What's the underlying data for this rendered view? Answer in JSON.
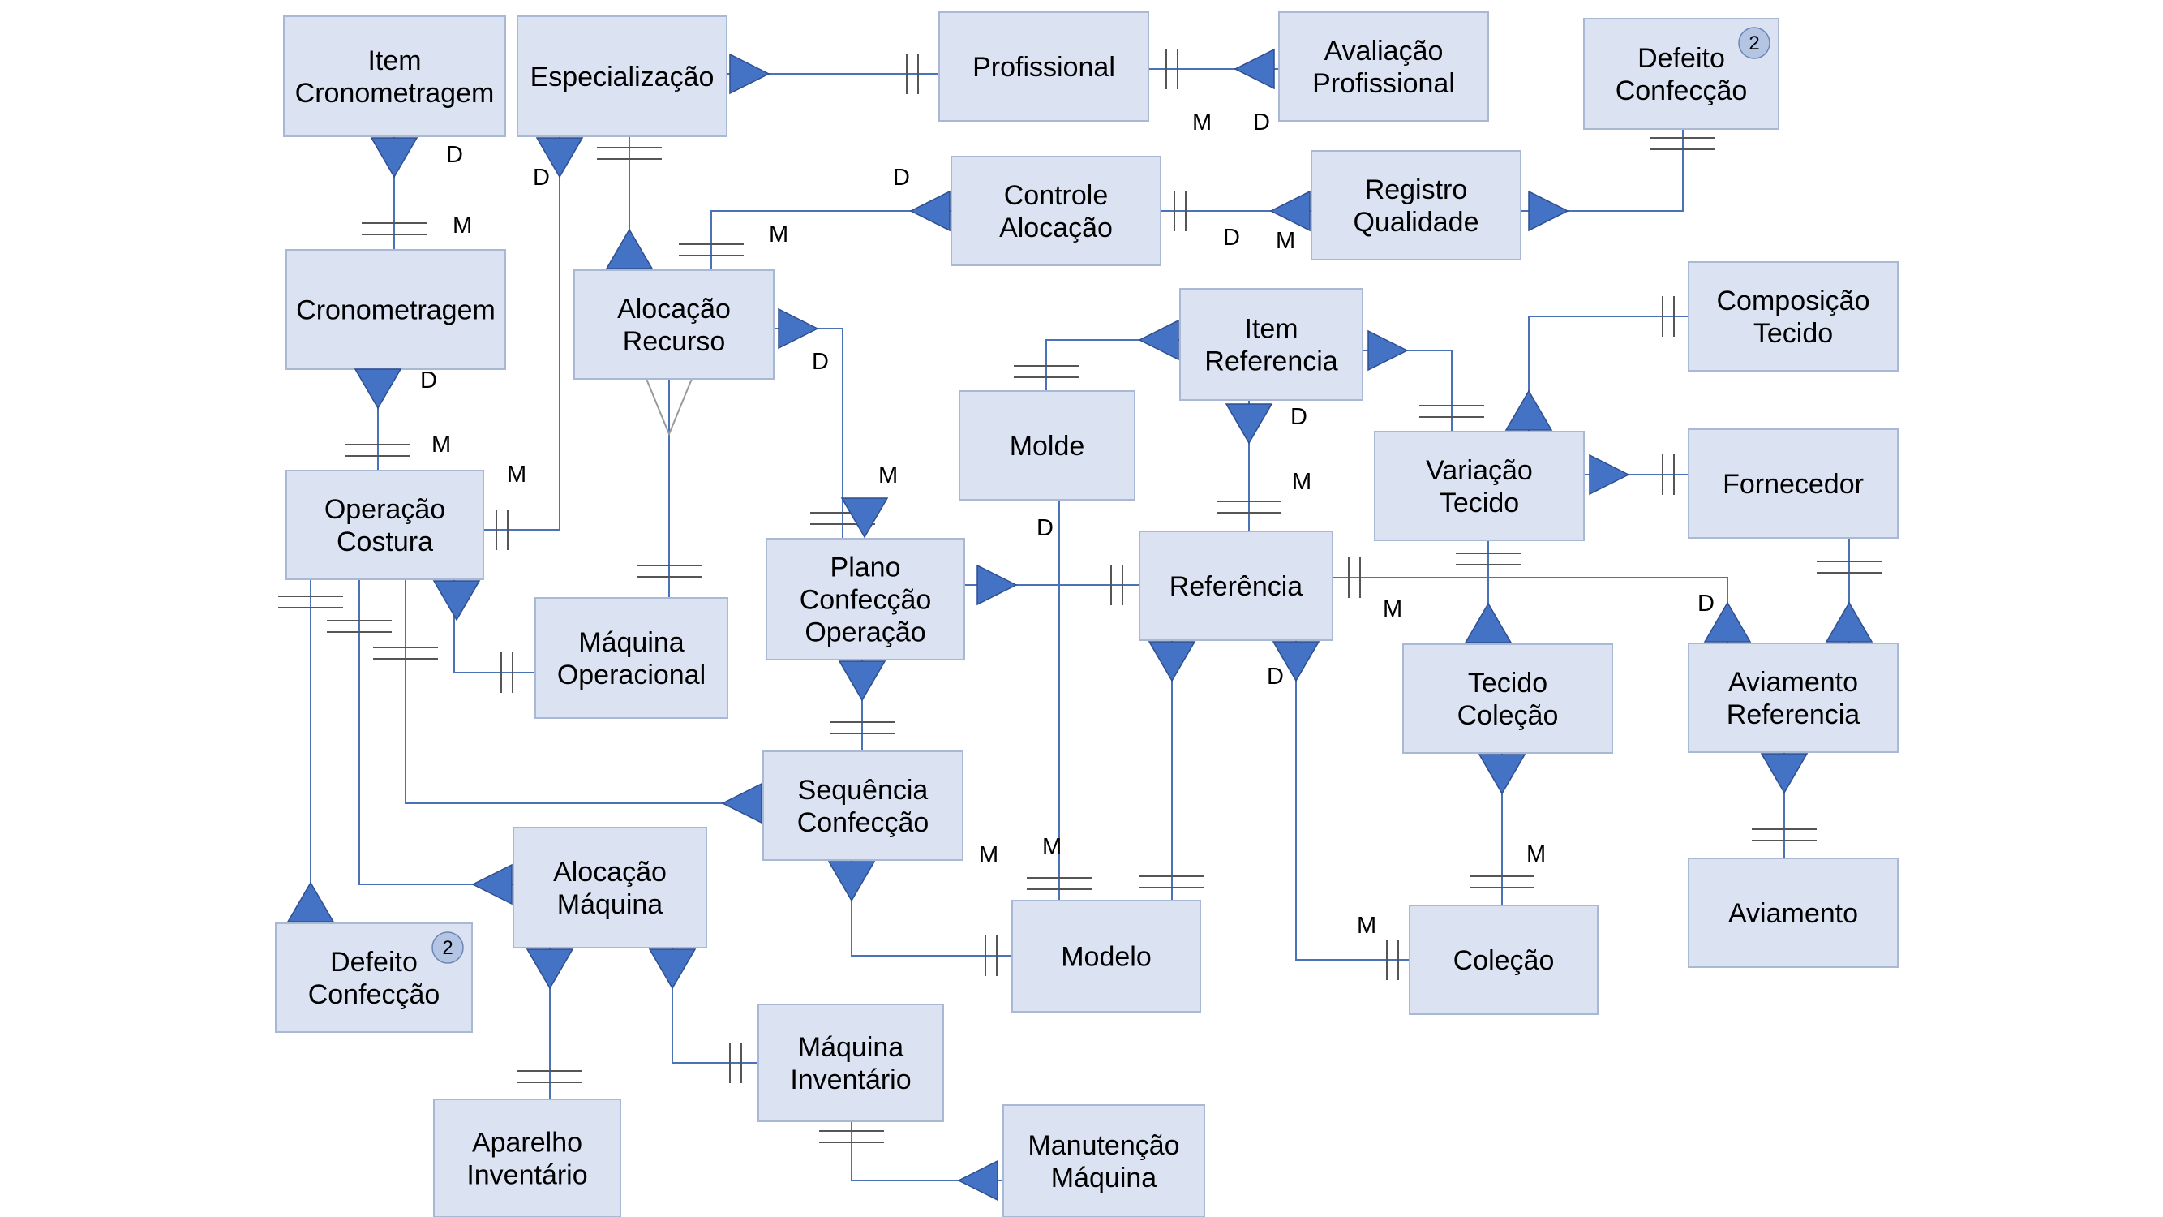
{
  "style": {
    "entity_fill": "#dbe3f2",
    "entity_stroke": "#a9b8d4",
    "line_color": "#4a72b8",
    "tick_color": "#555555",
    "crow_color": "#999999",
    "arrow_fill": "#4472c4",
    "arrow_stroke": "#2f4f8f",
    "badge_fill": "#b4c5e4",
    "badge_stroke": "#6f86b4"
  },
  "entities": [
    {
      "id": "item-cronometragem",
      "lines": [
        "Item",
        "Cronometragem"
      ]
    },
    {
      "id": "especializacao",
      "lines": [
        "Especialização"
      ]
    },
    {
      "id": "profissional",
      "lines": [
        "Profissional"
      ]
    },
    {
      "id": "avaliacao-profissional",
      "lines": [
        "Avaliação",
        "Profissional"
      ]
    },
    {
      "id": "defeito-confeccao-top",
      "lines": [
        "Defeito",
        "Confecção"
      ],
      "badge": "2"
    },
    {
      "id": "controle-alocacao",
      "lines": [
        "Controle",
        "Alocação"
      ]
    },
    {
      "id": "registro-qualidade",
      "lines": [
        "Registro",
        "Qualidade"
      ]
    },
    {
      "id": "cronometragem",
      "lines": [
        "Cronometragem"
      ]
    },
    {
      "id": "alocacao-recurso",
      "lines": [
        "Alocação",
        "Recurso"
      ]
    },
    {
      "id": "item-referencia",
      "lines": [
        "Item",
        "Referencia"
      ]
    },
    {
      "id": "composicao-tecido",
      "lines": [
        "Composição",
        "Tecido"
      ]
    },
    {
      "id": "molde",
      "lines": [
        "Molde"
      ]
    },
    {
      "id": "variacao-tecido",
      "lines": [
        "Variação",
        "Tecido"
      ]
    },
    {
      "id": "fornecedor",
      "lines": [
        "Fornecedor"
      ]
    },
    {
      "id": "operacao-costura",
      "lines": [
        "Operação",
        "Costura"
      ]
    },
    {
      "id": "plano-confeccao-operacao",
      "lines": [
        "Plano",
        "Confecção",
        "Operação"
      ]
    },
    {
      "id": "referencia",
      "lines": [
        "Referência"
      ]
    },
    {
      "id": "maquina-operacional",
      "lines": [
        "Máquina",
        "Operacional"
      ]
    },
    {
      "id": "tecido-colecao",
      "lines": [
        "Tecido",
        "Coleção"
      ]
    },
    {
      "id": "aviamento-referencia",
      "lines": [
        "Aviamento",
        "Referencia"
      ]
    },
    {
      "id": "sequencia-confeccao",
      "lines": [
        "Sequência",
        "Confecção"
      ]
    },
    {
      "id": "alocacao-maquina",
      "lines": [
        "Alocação",
        "Máquina"
      ]
    },
    {
      "id": "modelo",
      "lines": [
        "Modelo"
      ]
    },
    {
      "id": "colecao",
      "lines": [
        "Coleção"
      ]
    },
    {
      "id": "aviamento",
      "lines": [
        "Aviamento"
      ]
    },
    {
      "id": "defeito-confeccao-bottom",
      "lines": [
        "Defeito",
        "Confecção"
      ],
      "badge": "2"
    },
    {
      "id": "maquina-inventario",
      "lines": [
        "Máquina",
        "Inventário"
      ]
    },
    {
      "id": "aparelho-inventario",
      "lines": [
        "Aparelho",
        "Inventário"
      ]
    },
    {
      "id": "manutencao-maquina",
      "lines": [
        "Manutenção",
        "Máquina"
      ]
    }
  ],
  "cardinality_labels": [
    {
      "id": "c1",
      "text": "D"
    },
    {
      "id": "c2",
      "text": "M"
    },
    {
      "id": "c3",
      "text": "D"
    },
    {
      "id": "c4",
      "text": "M"
    },
    {
      "id": "c5",
      "text": "D"
    },
    {
      "id": "c6",
      "text": "D"
    },
    {
      "id": "c7",
      "text": "M"
    },
    {
      "id": "c8",
      "text": "D"
    },
    {
      "id": "c9",
      "text": "M"
    },
    {
      "id": "c10",
      "text": "M"
    },
    {
      "id": "c11",
      "text": "D"
    },
    {
      "id": "c12",
      "text": "M"
    },
    {
      "id": "c13",
      "text": "D"
    },
    {
      "id": "c14",
      "text": "D"
    },
    {
      "id": "c15",
      "text": "M"
    },
    {
      "id": "c16",
      "text": "M"
    },
    {
      "id": "c17",
      "text": "D"
    },
    {
      "id": "c18",
      "text": "M"
    },
    {
      "id": "c19",
      "text": "D"
    },
    {
      "id": "c20",
      "text": "D"
    },
    {
      "id": "c21",
      "text": "M"
    },
    {
      "id": "c22",
      "text": "M"
    },
    {
      "id": "c23",
      "text": "M"
    },
    {
      "id": "c24",
      "text": "M"
    }
  ]
}
